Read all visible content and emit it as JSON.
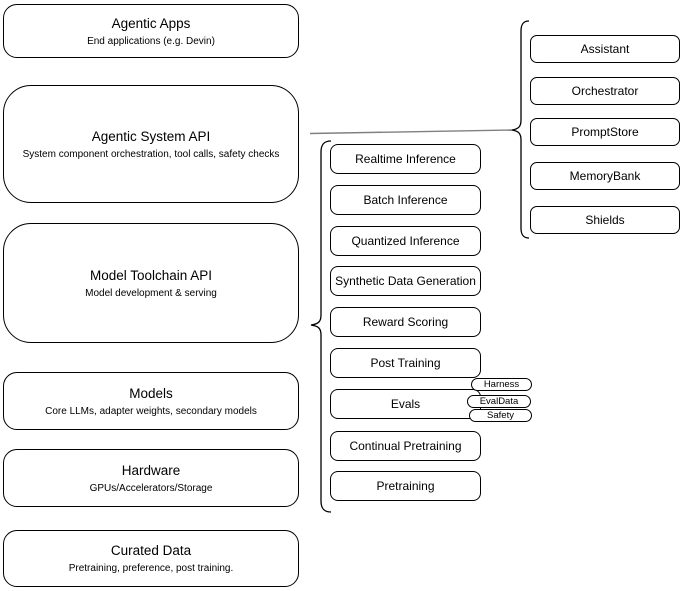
{
  "layers": [
    {
      "title": "Agentic Apps",
      "subtitle": "End applications (e.g. Devin)"
    },
    {
      "title": "Agentic System API",
      "subtitle": "System component orchestration, tool calls, safety checks"
    },
    {
      "title": "Model Toolchain API",
      "subtitle": "Model development & serving"
    },
    {
      "title": "Models",
      "subtitle": "Core LLMs, adapter weights, secondary models"
    },
    {
      "title": "Hardware",
      "subtitle": "GPUs/Accelerators/Storage"
    },
    {
      "title": "Curated Data",
      "subtitle": "Pretraining, preference, post training."
    }
  ],
  "toolchain_components": [
    "Realtime Inference",
    "Batch Inference",
    "Quantized Inference",
    "Synthetic Data Generation",
    "Reward Scoring",
    "Post Training",
    "Evals",
    "Continual Pretraining",
    "Pretraining"
  ],
  "eval_tags": [
    "Harness",
    "EvalData",
    "Safety"
  ],
  "system_components": [
    "Assistant",
    "Orchestrator",
    "PromptStore",
    "MemoryBank",
    "Shields"
  ],
  "colors": {
    "stroke": "#000000",
    "background": "#ffffff",
    "connector_line": "#808080"
  }
}
